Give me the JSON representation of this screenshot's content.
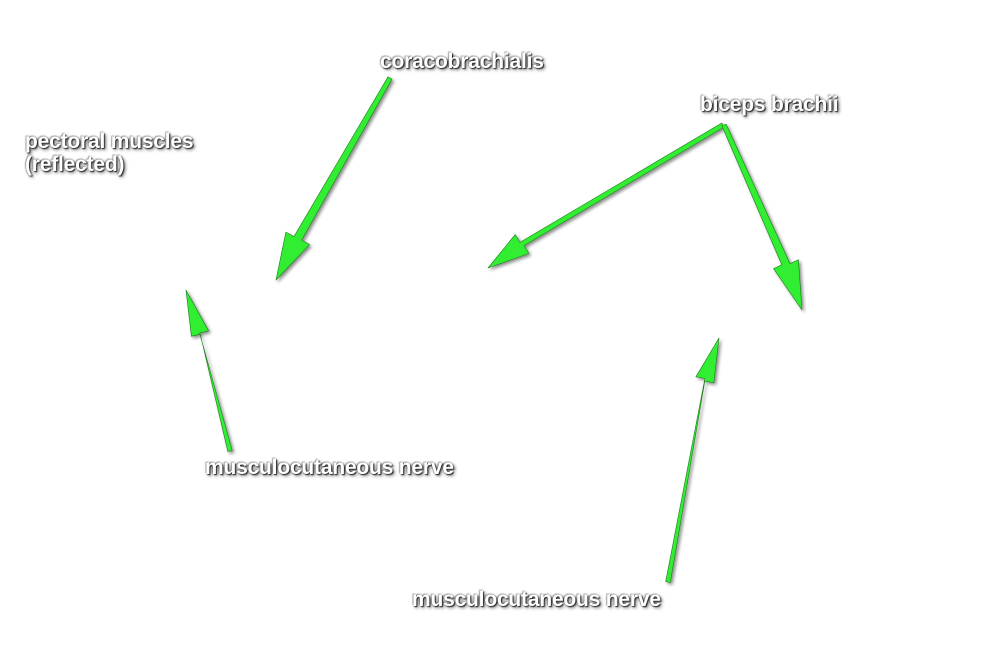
{
  "labels": {
    "coracobrachialis": "coracobrachialis",
    "biceps_brachii": "biceps brachii",
    "pectoral_muscles": "pectoral muscles\n(reflected)",
    "musculocutaneous_nerve_1": "musculocutaneous nerve",
    "musculocutaneous_nerve_2": "musculocutaneous nerve"
  },
  "colors": {
    "arrow": "#33ee33",
    "arrow_outline": "#1a7a1a",
    "label_text": "#ffffff",
    "label_shadow": "#000000",
    "background": "#ffffff"
  }
}
